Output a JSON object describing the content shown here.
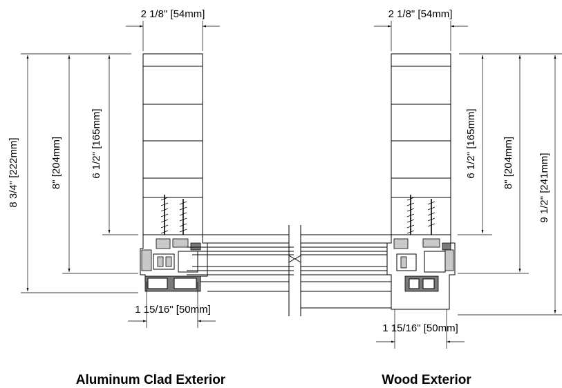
{
  "left_detail": {
    "width_label": "2 1/8\" [54mm]",
    "height_label_1": "8 3/4\" [222mm]",
    "height_label_2": "8\" [204mm]",
    "height_label_3": "6 1/2\" [165mm]",
    "bottom_label": "1 15/16\" [50mm]",
    "caption": "Aluminum Clad Exterior"
  },
  "right_detail": {
    "width_label": "2 1/8\" [54mm]",
    "height_label_1": "6 1/2\" [165mm]",
    "height_label_2": "8\" [204mm]",
    "height_label_3": "9 1/2\" [241mm]",
    "bottom_label": "1 15/16\" [50mm]",
    "caption": "Wood Exterior"
  }
}
